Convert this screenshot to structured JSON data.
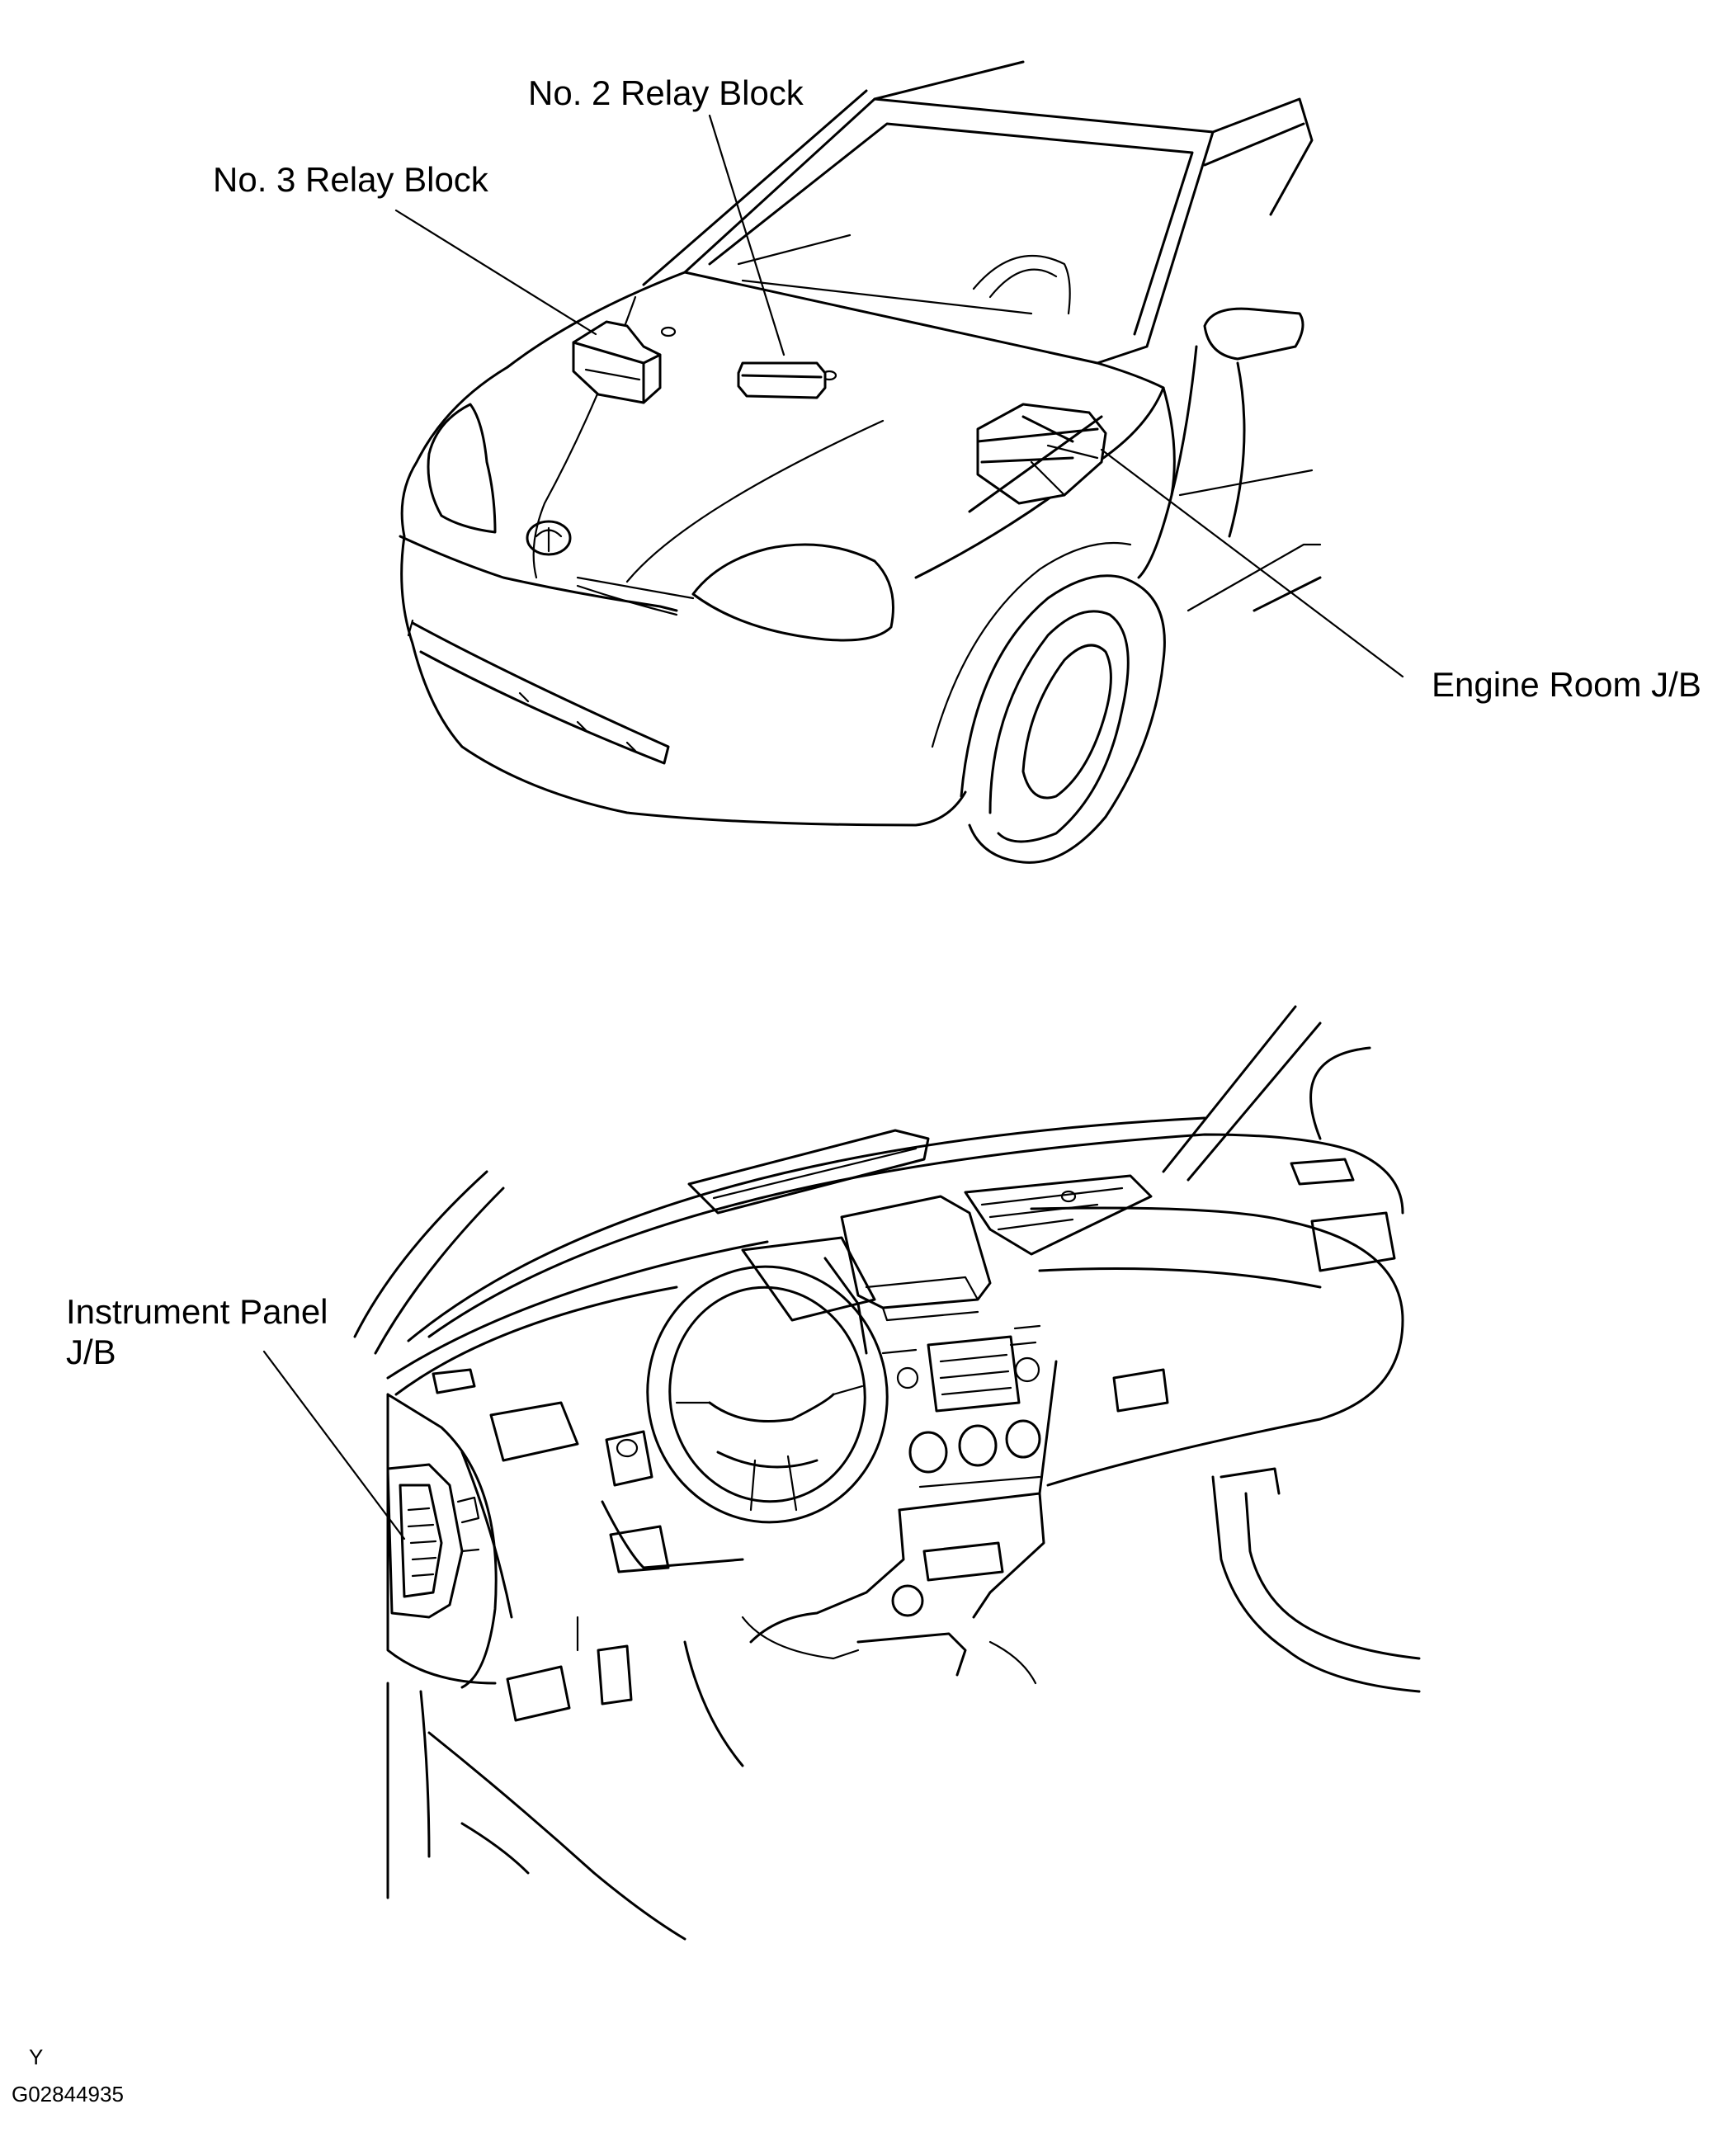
{
  "labels": {
    "no2_relay_block": "No. 2 Relay Block",
    "no3_relay_block": "No. 3 Relay Block",
    "engine_room_jb": "Engine Room J/B",
    "instrument_panel_jb_line1": "Instrument Panel",
    "instrument_panel_jb_line2": "J/B"
  },
  "footer": {
    "marker": "Y",
    "figure_code": "G02844935"
  }
}
